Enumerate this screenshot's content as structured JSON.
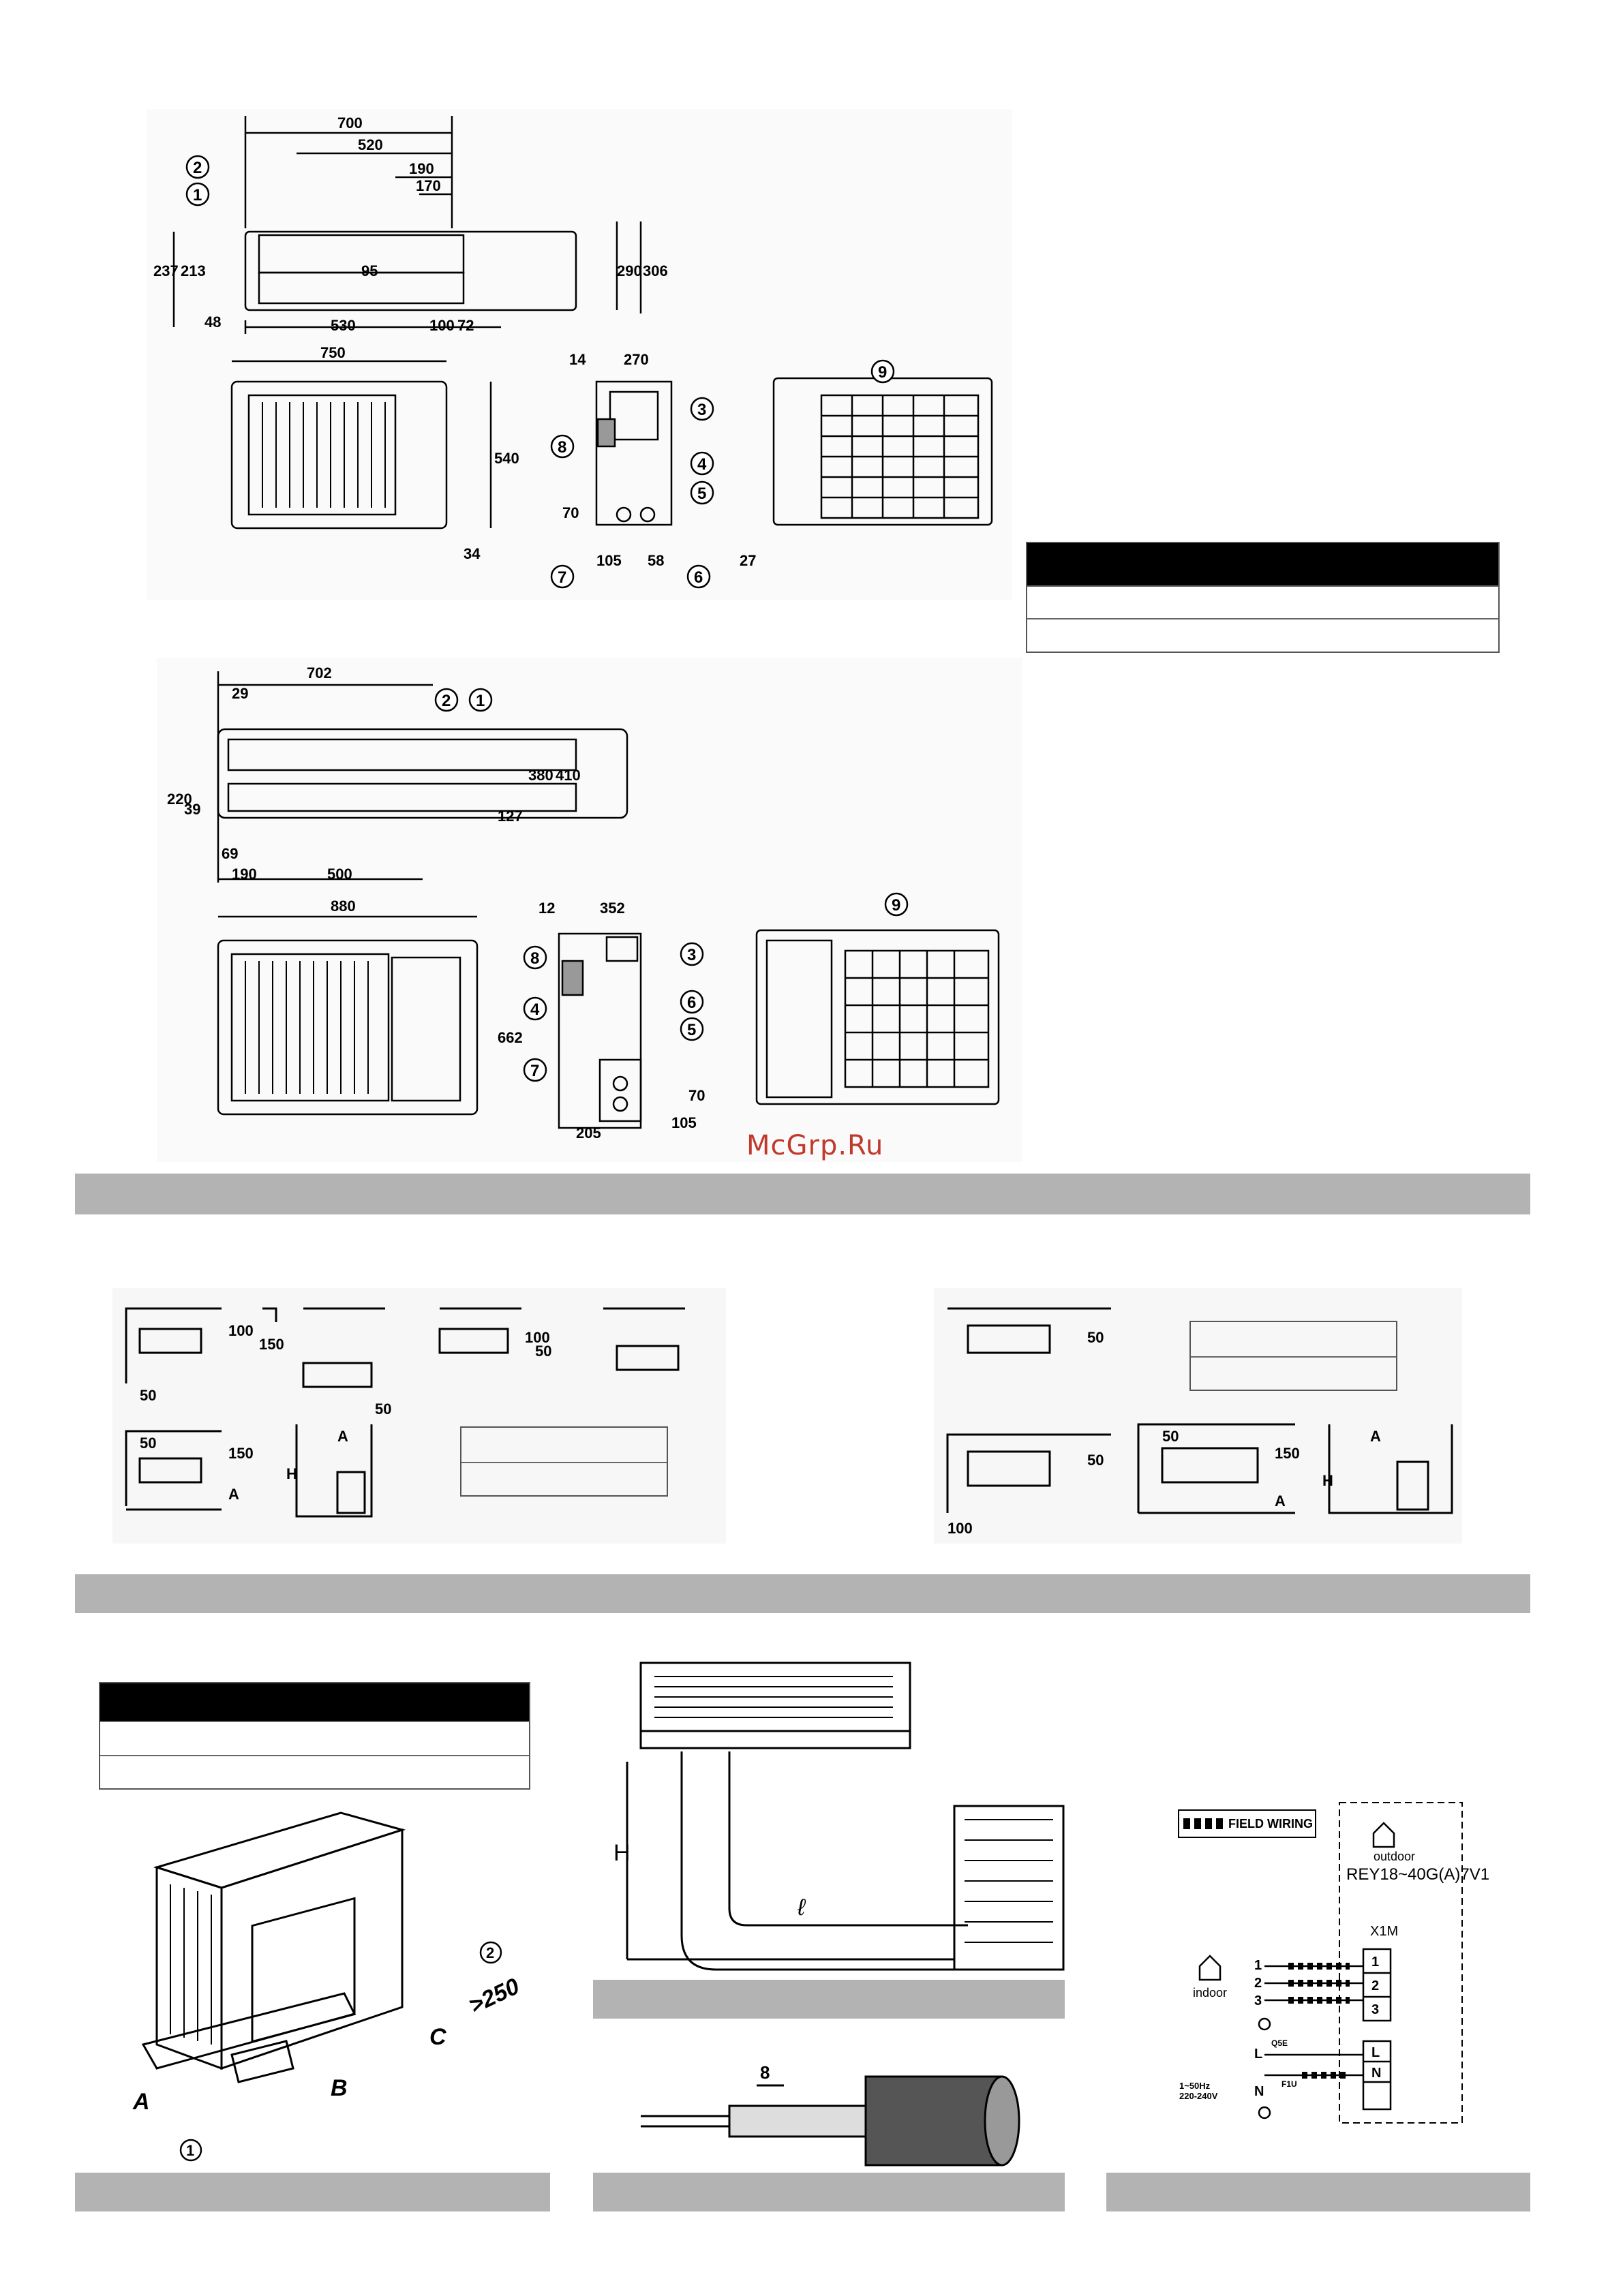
{
  "watermark": "McGrp.Ru",
  "unit_small": {
    "top_dims": [
      "700",
      "520",
      "190",
      "170",
      "237",
      "213",
      "48",
      "95",
      "290",
      "306",
      "530",
      "100",
      "72"
    ],
    "front_dims": [
      "750",
      "540",
      "34"
    ],
    "side_dims": [
      "14",
      "270",
      "70",
      "105",
      "58"
    ],
    "rear_dims": [
      "27"
    ]
  },
  "unit_large": {
    "top_dims": [
      "702",
      "29",
      "220",
      "39",
      "69",
      "190",
      "500",
      "127",
      "380",
      "410"
    ],
    "front_dims": [
      "880",
      "662"
    ],
    "side_dims": [
      "12",
      "352",
      "105",
      "70",
      "205"
    ]
  },
  "callouts": [
    "1",
    "2",
    "3",
    "4",
    "5",
    "6",
    "7",
    "8",
    "9"
  ],
  "clearance": {
    "dims": [
      "100",
      "150",
      "50",
      "50",
      "100",
      "50",
      "150",
      "A",
      "H",
      "A",
      "50",
      "50",
      "100",
      "50",
      "150",
      "A",
      "H",
      "A"
    ]
  },
  "install": {
    "dims": [
      "A",
      "B",
      "C",
      ">250"
    ],
    "callouts": [
      "1",
      "2"
    ]
  },
  "piping": {
    "labels": [
      "H",
      "ℓ"
    ]
  },
  "strip": {
    "dims": [
      "8"
    ]
  },
  "wiring": {
    "legend": "FIELD WIRING",
    "outdoor_label": "outdoor",
    "model": "REY18~40G(A)7V1",
    "terminal_block": "X1M",
    "terminals_signal": [
      "1",
      "2",
      "3"
    ],
    "terminals_power": [
      "L",
      "N"
    ],
    "indoor_label": "indoor",
    "wires": [
      "1",
      "2",
      "3"
    ],
    "power_labels": [
      "L",
      "N"
    ],
    "qse": "Q5E",
    "f1u": "F1U",
    "supply": [
      "1~50Hz",
      "220-240V"
    ]
  }
}
